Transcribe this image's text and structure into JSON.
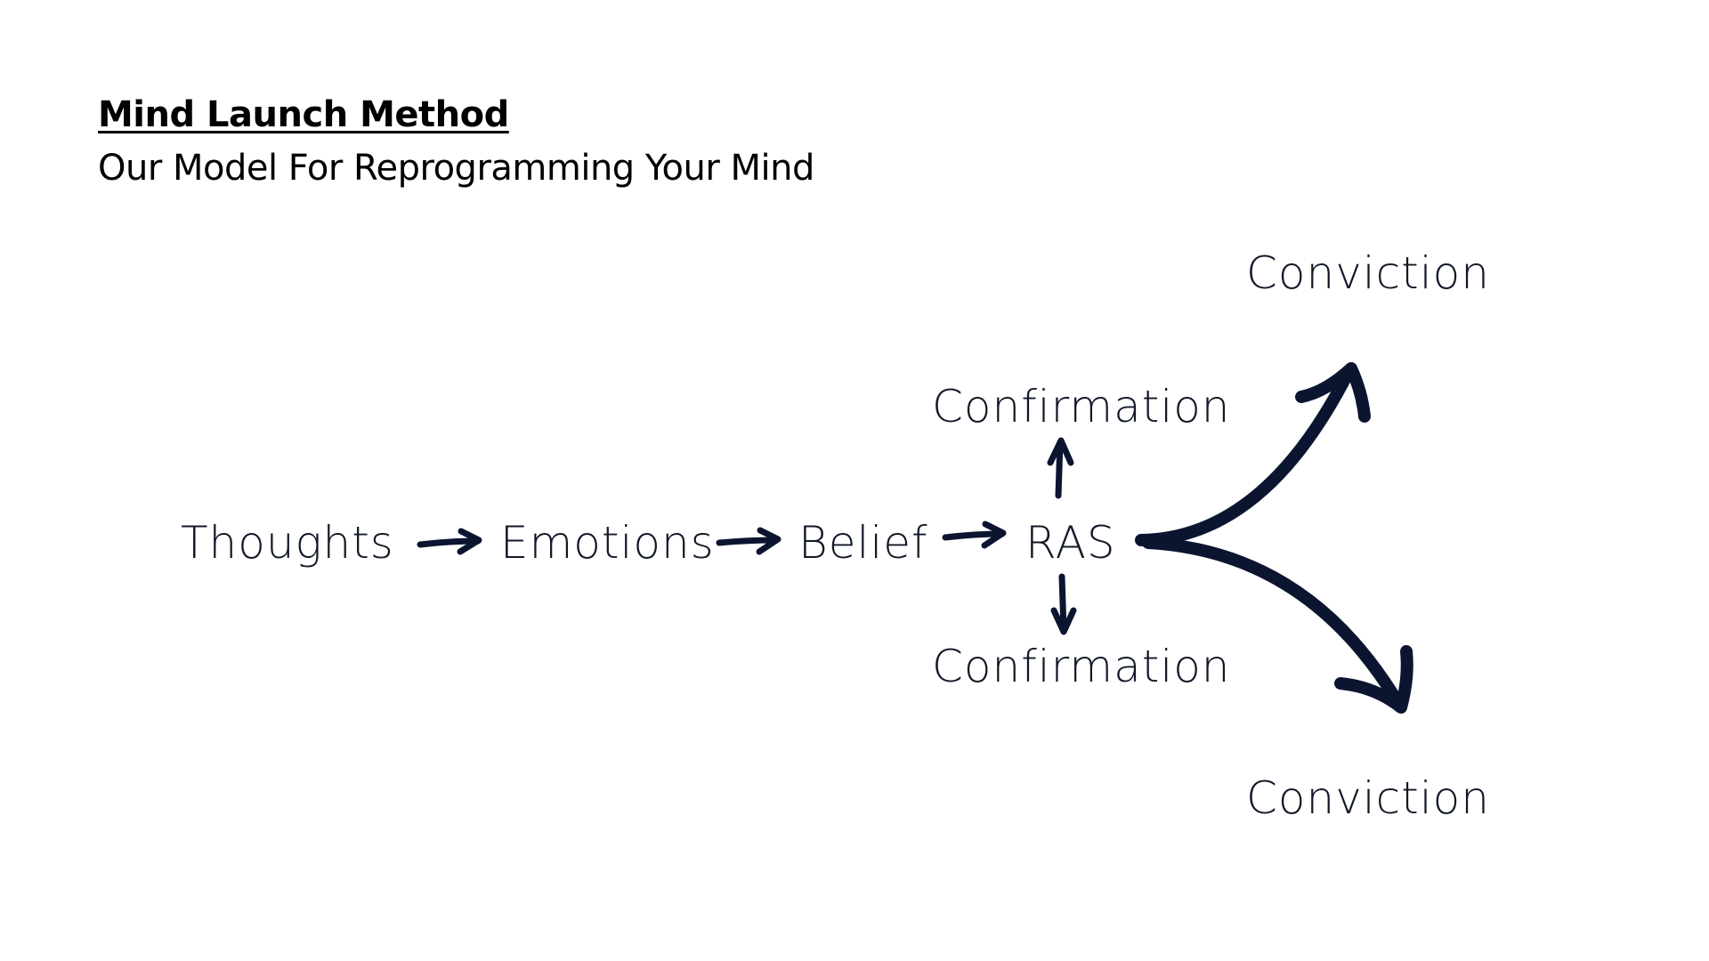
{
  "header": {
    "title": "Mind Launch Method",
    "subtitle": "Our Model For Reprogramming Your Mind"
  },
  "diagram": {
    "nodes": {
      "thoughts": "Thoughts",
      "emotions": "Emotions",
      "belief": "Belief",
      "ras": "RAS",
      "confirmation_top": "Confirmation",
      "confirmation_bottom": "Confirmation",
      "conviction_top": "Conviction",
      "conviction_bottom": "Conviction"
    },
    "edges": [
      {
        "from": "Thoughts",
        "to": "Emotions"
      },
      {
        "from": "Emotions",
        "to": "Belief"
      },
      {
        "from": "Belief",
        "to": "RAS"
      },
      {
        "from": "RAS",
        "to": "Confirmation (top)"
      },
      {
        "from": "RAS",
        "to": "Confirmation (bottom)"
      },
      {
        "from": "RAS",
        "to": "Conviction (top)"
      },
      {
        "from": "RAS",
        "to": "Conviction (bottom)"
      }
    ]
  },
  "colors": {
    "text": "#111827",
    "arrow": "#0b1530",
    "background": "#ffffff"
  }
}
